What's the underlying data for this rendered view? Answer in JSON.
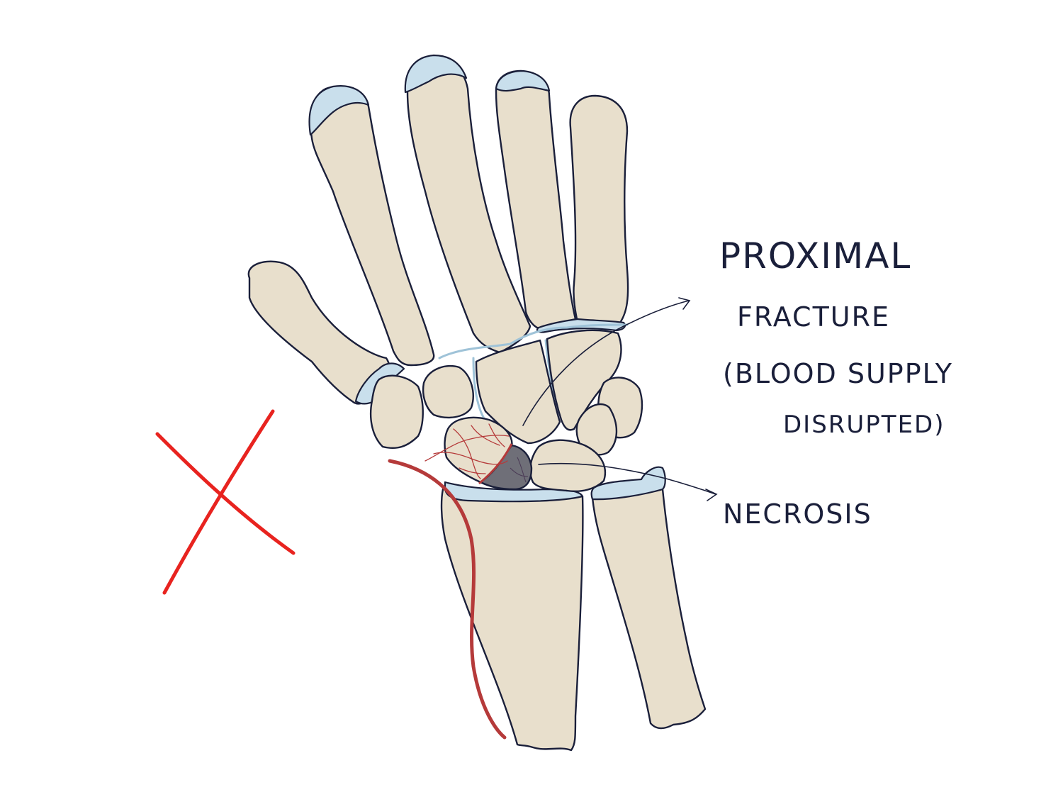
{
  "labels": {
    "proximal": "PROXIMAL",
    "fracture": "FRACTURE",
    "blood_supply": "(BLOOD SUPPLY",
    "disrupted": "DISRUPTED)",
    "necrosis": "NECROSIS"
  },
  "colors": {
    "bone": "#e8dfcc",
    "cartilage": "#c9dfec",
    "cartilage_edge": "#9fc3d8",
    "ink": "#1a1f3a",
    "artery": "#b53a3a",
    "necrotic": "#6f6f78",
    "cross": "#e8231f"
  },
  "icons": {
    "cross_mark": "red-x-cross"
  }
}
